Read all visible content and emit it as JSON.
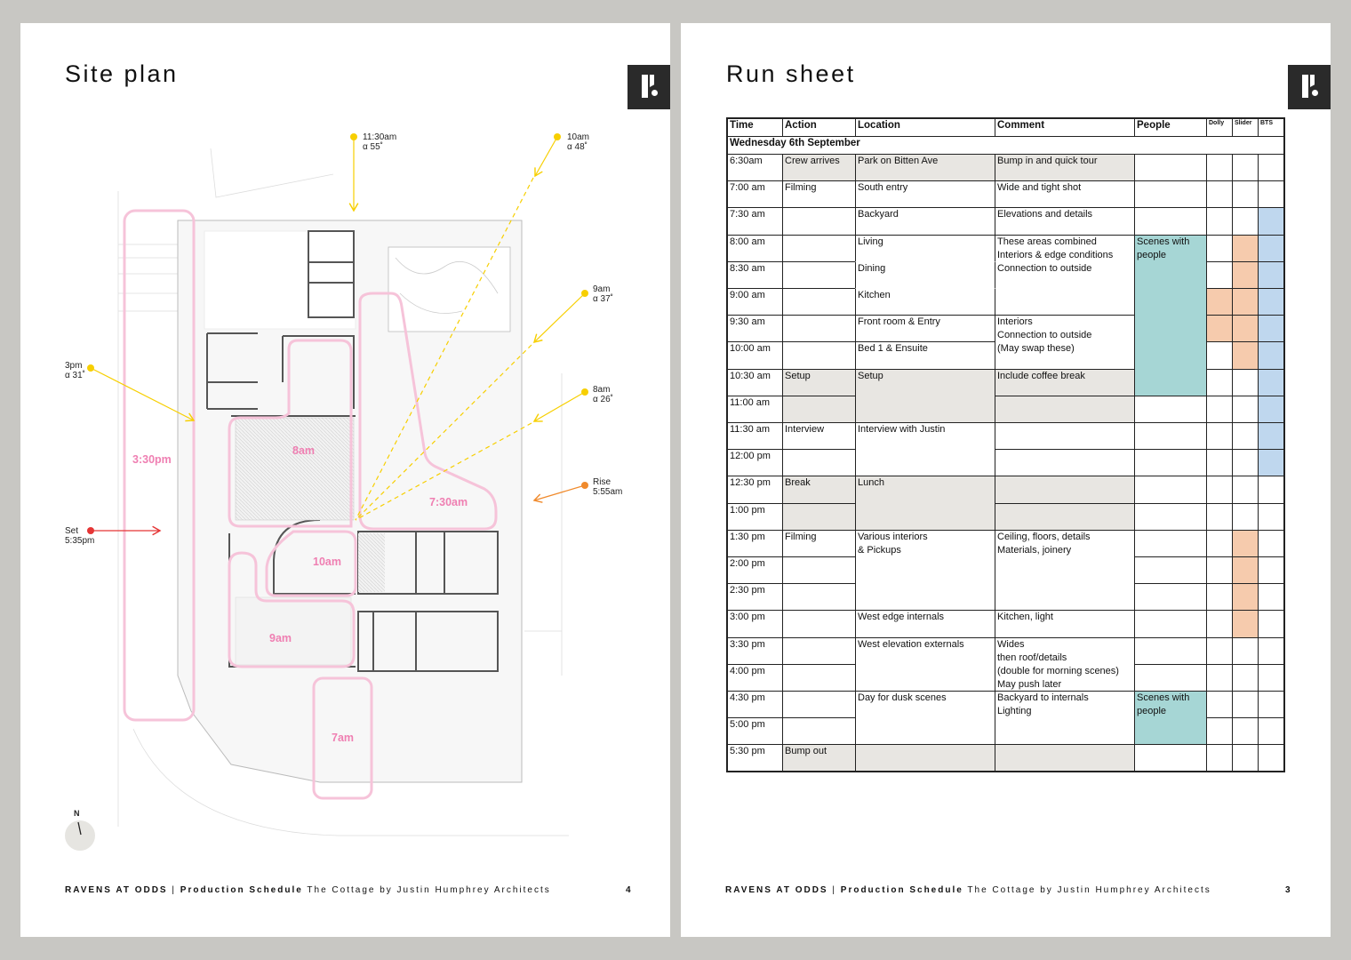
{
  "left_page": {
    "title": "Site plan",
    "page_number": "4",
    "sun_labels": {
      "s1130": "11:30am\nα 55˚",
      "s10": "10am\nα 48˚",
      "s9": "9am\nα 37˚",
      "s8": "8am\nα 26˚",
      "s3pm": "3pm\nα 31˚",
      "rise": "Rise\n5:55am",
      "set": "Set\n5:35pm"
    },
    "zone_labels": {
      "z330": "3:30pm",
      "z8": "8am",
      "z730": "7:30am",
      "z10": "10am",
      "z9": "9am",
      "z7": "7am"
    },
    "north_label": "N"
  },
  "right_page": {
    "title": "Run sheet",
    "page_number": "3"
  },
  "footer": {
    "brand": "RAVENS AT ODDS",
    "separator": "|",
    "doc_type": "Production Schedule",
    "project": "The Cottage by Justin Humphrey Architects"
  },
  "colors": {
    "grey": "#e8e6e2",
    "teal": "#a6d6d5",
    "orange": "#f6cbad",
    "blue": "#bfd7ee",
    "sun": "#f7cf00",
    "pink": "#ef7fb2",
    "rise": "#f08a2c",
    "set": "#e53535"
  },
  "run_sheet": {
    "columns": [
      "Time",
      "Action",
      "Location",
      "Comment",
      "People",
      "Dolly",
      "Slider",
      "BTS"
    ],
    "date": "Wednesday 6th September",
    "rows": [
      {
        "cells": [
          {
            "col": 0,
            "text": "6:30am"
          },
          {
            "col": 1,
            "text": "Crew arrives",
            "fill": "grey"
          },
          {
            "col": 2,
            "text": "Park on Bitten Ave",
            "fill": "grey"
          },
          {
            "col": 3,
            "text": "Bump in and quick tour",
            "fill": "grey"
          }
        ]
      },
      {
        "cells": [
          {
            "col": 0,
            "text": "7:00 am"
          },
          {
            "col": 1,
            "text": "Filming"
          },
          {
            "col": 2,
            "text": "South entry"
          },
          {
            "col": 3,
            "text": "Wide and tight shot"
          }
        ]
      },
      {
        "cells": [
          {
            "col": 0,
            "text": "7:30 am"
          },
          {
            "col": 2,
            "text": "Backyard"
          },
          {
            "col": 3,
            "text": "Elevations and details"
          },
          {
            "col": 7,
            "text": "",
            "fill": "blue"
          }
        ]
      },
      {
        "cells": [
          {
            "col": 0,
            "text": "8:00 am"
          },
          {
            "col": 2,
            "text": "Living"
          },
          {
            "col": 3,
            "text": "These areas combined\nInteriors & edge conditions\nConnection to outside",
            "span": 3
          },
          {
            "col": 4,
            "text": "Scenes with\npeople",
            "span": 6,
            "fill": "teal"
          },
          {
            "col": 6,
            "text": "",
            "fill": "orange"
          },
          {
            "col": 7,
            "text": "",
            "fill": "blue"
          }
        ]
      },
      {
        "cells": [
          {
            "col": 0,
            "text": "8:30 am"
          },
          {
            "col": 2,
            "text": "Dining",
            "joined": true
          },
          {
            "col": 6,
            "text": "",
            "fill": "orange"
          },
          {
            "col": 7,
            "text": "",
            "fill": "blue"
          }
        ]
      },
      {
        "cells": [
          {
            "col": 0,
            "text": "9:00 am"
          },
          {
            "col": 2,
            "text": "Kitchen",
            "joined": true
          },
          {
            "col": 5,
            "text": "",
            "fill": "orange"
          },
          {
            "col": 6,
            "text": "",
            "fill": "orange"
          },
          {
            "col": 7,
            "text": "",
            "fill": "blue"
          }
        ]
      },
      {
        "cells": [
          {
            "col": 0,
            "text": "9:30 am"
          },
          {
            "col": 2,
            "text": "Front room & Entry"
          },
          {
            "col": 3,
            "text": "Interiors\nConnection to outside\n(May swap these)",
            "span": 2
          },
          {
            "col": 5,
            "text": "",
            "fill": "orange"
          },
          {
            "col": 6,
            "text": "",
            "fill": "orange"
          },
          {
            "col": 7,
            "text": "",
            "fill": "blue"
          }
        ]
      },
      {
        "cells": [
          {
            "col": 0,
            "text": "10:00 am"
          },
          {
            "col": 2,
            "text": "Bed 1 & Ensuite"
          },
          {
            "col": 6,
            "text": "",
            "fill": "orange"
          },
          {
            "col": 7,
            "text": "",
            "fill": "blue"
          }
        ]
      },
      {
        "cells": [
          {
            "col": 0,
            "text": "10:30 am"
          },
          {
            "col": 1,
            "text": "Setup",
            "fill": "grey"
          },
          {
            "col": 2,
            "text": "Setup",
            "span": 2,
            "fill": "grey"
          },
          {
            "col": 3,
            "text": "Include coffee break",
            "fill": "grey"
          },
          {
            "col": 7,
            "text": "",
            "fill": "blue"
          }
        ]
      },
      {
        "cells": [
          {
            "col": 0,
            "text": "11:00 am"
          },
          {
            "col": 1,
            "text": "",
            "fill": "grey"
          },
          {
            "col": 3,
            "text": "",
            "fill": "grey"
          },
          {
            "col": 7,
            "text": "",
            "fill": "blue"
          }
        ]
      },
      {
        "cells": [
          {
            "col": 0,
            "text": "11:30 am"
          },
          {
            "col": 1,
            "text": "Interview"
          },
          {
            "col": 2,
            "text": "Interview with Justin",
            "span": 2
          },
          {
            "col": 7,
            "text": "",
            "fill": "blue"
          }
        ]
      },
      {
        "cells": [
          {
            "col": 0,
            "text": "12:00 pm"
          },
          {
            "col": 7,
            "text": "",
            "fill": "blue"
          }
        ]
      },
      {
        "cells": [
          {
            "col": 0,
            "text": "12:30 pm"
          },
          {
            "col": 1,
            "text": "Break",
            "fill": "grey"
          },
          {
            "col": 2,
            "text": "Lunch",
            "span": 2,
            "fill": "grey"
          },
          {
            "col": 3,
            "text": "",
            "fill": "grey"
          }
        ]
      },
      {
        "cells": [
          {
            "col": 0,
            "text": "1:00 pm"
          },
          {
            "col": 1,
            "text": "",
            "fill": "grey"
          },
          {
            "col": 3,
            "text": "",
            "fill": "grey"
          }
        ]
      },
      {
        "cells": [
          {
            "col": 0,
            "text": "1:30 pm"
          },
          {
            "col": 1,
            "text": "Filming"
          },
          {
            "col": 2,
            "text": "Various interiors\n& Pickups",
            "span": 3
          },
          {
            "col": 3,
            "text": "Ceiling, floors, details\nMaterials, joinery",
            "span": 3
          },
          {
            "col": 6,
            "text": "",
            "fill": "orange"
          }
        ]
      },
      {
        "cells": [
          {
            "col": 0,
            "text": "2:00 pm"
          },
          {
            "col": 6,
            "text": "",
            "fill": "orange"
          }
        ]
      },
      {
        "cells": [
          {
            "col": 0,
            "text": "2:30 pm"
          },
          {
            "col": 6,
            "text": "",
            "fill": "orange"
          }
        ]
      },
      {
        "cells": [
          {
            "col": 0,
            "text": "3:00 pm"
          },
          {
            "col": 2,
            "text": "West edge internals"
          },
          {
            "col": 3,
            "text": "Kitchen, light"
          },
          {
            "col": 6,
            "text": "",
            "fill": "orange"
          }
        ]
      },
      {
        "cells": [
          {
            "col": 0,
            "text": "3:30 pm"
          },
          {
            "col": 2,
            "text": "West elevation externals",
            "span": 2
          },
          {
            "col": 3,
            "text": "Wides\nthen roof/details\n(double for morning scenes)\nMay push later",
            "span": 2
          }
        ]
      },
      {
        "cells": [
          {
            "col": 0,
            "text": "4:00 pm"
          }
        ]
      },
      {
        "cells": [
          {
            "col": 0,
            "text": "4:30 pm"
          },
          {
            "col": 2,
            "text": "Day for dusk scenes",
            "span": 2
          },
          {
            "col": 3,
            "text": "Backyard to internals\nLighting",
            "span": 2
          },
          {
            "col": 4,
            "text": "Scenes with\npeople",
            "span": 2,
            "fill": "teal"
          }
        ]
      },
      {
        "cells": [
          {
            "col": 0,
            "text": "5:00 pm"
          }
        ]
      },
      {
        "cells": [
          {
            "col": 0,
            "text": "5:30 pm"
          },
          {
            "col": 1,
            "text": "Bump out",
            "fill": "grey"
          },
          {
            "col": 2,
            "text": "",
            "fill": "grey"
          },
          {
            "col": 3,
            "text": "",
            "fill": "grey"
          }
        ]
      }
    ]
  }
}
